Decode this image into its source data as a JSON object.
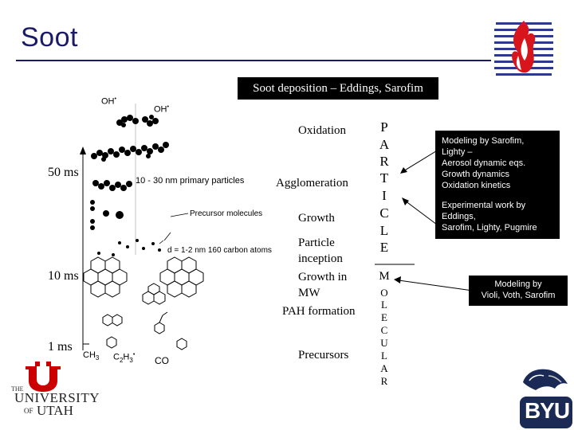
{
  "header": {
    "title": "Soot",
    "subtitle": "Soot deposition – Eddings, Sarofim"
  },
  "timeline": {
    "t50": "50 ms",
    "t10": "10 ms",
    "t1": "1 ms"
  },
  "stages": {
    "oxidation": "Oxidation",
    "agglomeration": "Agglomeration",
    "growth": "Growth",
    "particle_inception_1": "Particle",
    "particle_inception_2": "inception",
    "growth_mw_1": "Growth in",
    "growth_mw_2": "MW",
    "pah": "PAH formation",
    "precursors": "Precursors"
  },
  "particle_letters": [
    "P",
    "A",
    "R",
    "T",
    "I",
    "C",
    "L",
    "E"
  ],
  "molecular_letters": [
    "M",
    "O",
    "L",
    "E",
    "C",
    "U",
    "L",
    "A",
    "R"
  ],
  "figure_labels": {
    "oh1": "OH",
    "oh2": "OH",
    "primary": "10 - 30 nm primary particles",
    "precursor_mol": "Precursor molecules",
    "carbon_atoms": "d = 1-2 nm   160 carbon atoms",
    "ch3": "CH",
    "ch3_sub": "3",
    "c2h3": "C",
    "c2h3_sub1": "2",
    "c2h3_mid": "H",
    "c2h3_sub2": "3",
    "co": "CO"
  },
  "notes": {
    "particle_modeling": [
      "Modeling by Sarofim,",
      "Lighty –",
      "Aerosol dynamic eqs.",
      "Growth dynamics",
      "Oxidation kinetics"
    ],
    "experimental": [
      "Experimental work by",
      "Eddings,",
      "Sarofim, Lighty, Pugmire"
    ],
    "molecular_modeling": [
      "Modeling by",
      "Violi, Voth, Sarofim"
    ]
  },
  "logos": {
    "utah_the": "THE",
    "utah_university": "UNIVERSITY",
    "utah_of": "OF",
    "utah_utah": "UTAH",
    "byu": "BYU"
  },
  "colors": {
    "title": "#1a1a66",
    "flame_red": "#d8141c",
    "logo_blue": "#2b3a8c",
    "utah_red": "#cc0000",
    "byu_navy": "#1b2a55"
  }
}
